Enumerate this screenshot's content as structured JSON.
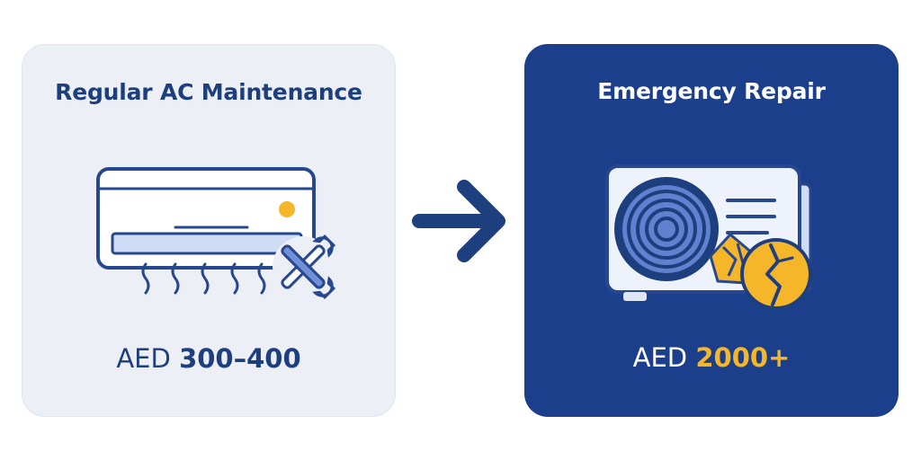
{
  "left_card": {
    "title": "Regular AC Maintenance",
    "price_currency": "AED",
    "price_amount": "300–400",
    "icon": "ac-unit-with-wrench-icon"
  },
  "right_card": {
    "title": "Emergency Repair",
    "price_currency": "AED",
    "price_amount": "2000+",
    "icon": "broken-outdoor-unit-icon"
  },
  "arrow_icon": "right-arrow-icon",
  "colors": {
    "navy": "#1b3f8b",
    "title_blue": "#1d3f7e",
    "accent_yellow": "#f5b62a",
    "light_panel": "#eceff6"
  }
}
